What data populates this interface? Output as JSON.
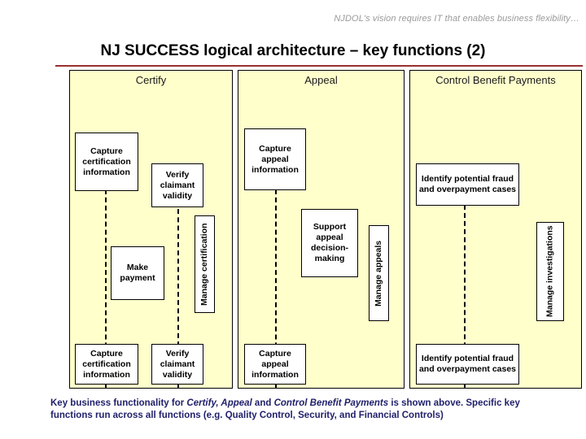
{
  "header": {
    "kicker": "NJDOL's vision requires IT that enables business flexibility…"
  },
  "title": {
    "text": "NJ SUCCESS logical architecture – key functions (2)",
    "rule_color": "#9b3030"
  },
  "colors": {
    "panel_fill": "#ffffcc",
    "panel_border": "#000000",
    "box_fill": "#ffffff",
    "caption_text": "#1f1f6b",
    "kicker_text": "#9a9a9a"
  },
  "panels": [
    {
      "id": "certify",
      "title": "Certify",
      "boxes": [
        {
          "label": "Capture certification information"
        },
        {
          "label": "Verify claimant validity"
        },
        {
          "label": "Make payment"
        },
        {
          "label": "Manage certification",
          "orientation": "vertical"
        },
        {
          "label": "Capture certification information"
        },
        {
          "label": "Verify claimant validity"
        }
      ]
    },
    {
      "id": "appeal",
      "title": "Appeal",
      "boxes": [
        {
          "label": "Capture appeal information"
        },
        {
          "label": "Support appeal decision-making"
        },
        {
          "label": "Manage appeals",
          "orientation": "vertical"
        },
        {
          "label": "Capture appeal information"
        }
      ]
    },
    {
      "id": "control",
      "title": "Control Benefit Payments",
      "boxes": [
        {
          "label": "Identify potential fraud and overpayment cases"
        },
        {
          "label": "Manage investigations",
          "orientation": "vertical"
        },
        {
          "label": "Identify potential fraud and overpayment cases"
        }
      ]
    }
  ],
  "caption": {
    "part1": "Key business functionality for ",
    "em1": "Certify, Appeal",
    "part2": " and ",
    "em2": "Control Benefit Payments",
    "part3": " is shown above. Specific key functions run across all functions (e.g. Quality Control, Security, and Financial Controls)"
  }
}
